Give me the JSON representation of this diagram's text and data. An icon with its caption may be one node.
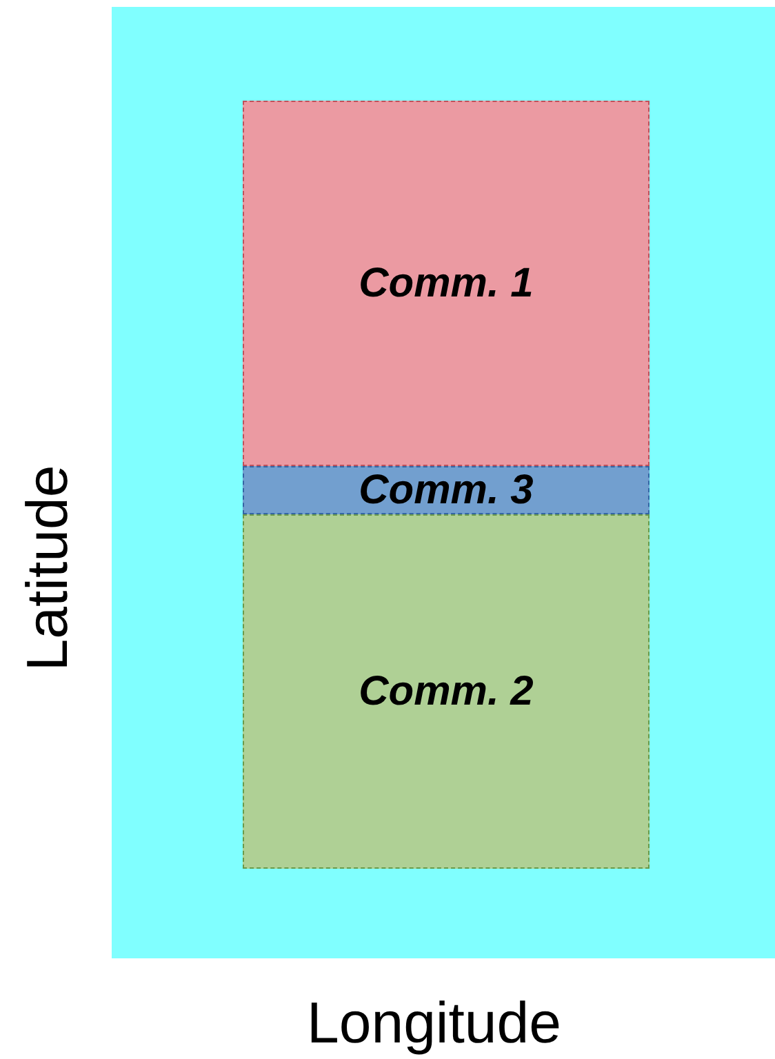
{
  "diagram": {
    "nodes": [
      {
        "text": [],
        "shape": "box"
      },
      {
        "text": [
          "Comm. 1"
        ],
        "in": 0
      },
      {
        "text": [
          "Comm. 3"
        ],
        "in": 0
      },
      {
        "text": [
          "Comm. 2"
        ],
        "in": 0
      }
    ],
    "labels": [
      "Latitude",
      "Longitude"
    ]
  }
}
